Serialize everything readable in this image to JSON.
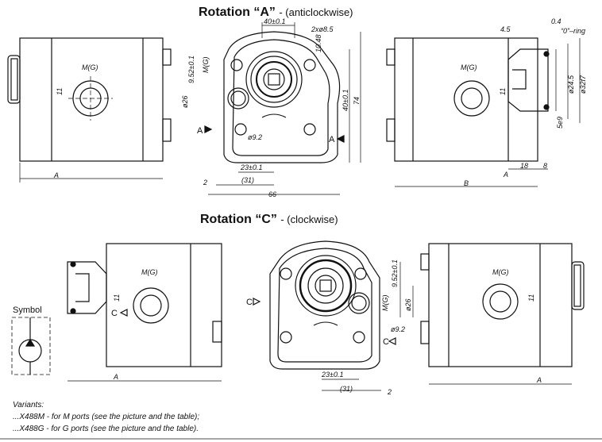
{
  "rotation_a": {
    "title": "Rotation “A”",
    "subtitle": "- (anticlockwise)",
    "dims": {
      "d40": "40±0.1",
      "d2x85": "2xø8.5",
      "d1048": "10.48",
      "d952": "9.52±0.1",
      "mg": "M(G)",
      "d26": "ø26",
      "d11": "11",
      "d92": "ø9.2",
      "d40v": "40±0.1",
      "d74": "74",
      "d23": "23±0.1",
      "d31": "(31)",
      "d2": "2",
      "d66": "66",
      "label_a": "A",
      "arrow_a": "A"
    },
    "right_view": {
      "d45": "4.5",
      "d04": "0.4",
      "oring": "“0”–ring",
      "d245": "ø24.5",
      "d32": "ø32f7",
      "d5e9": "5e9",
      "d18": "18",
      "d8": "8",
      "label_a": "A",
      "label_b": "B",
      "mg": "M(G)",
      "d11": "11"
    }
  },
  "rotation_c": {
    "title": "Rotation “C”",
    "subtitle": "- (clockwise)",
    "dims": {
      "d952": "9.52±0.1",
      "mg": "M(G)",
      "d26": "ø26",
      "d92": "ø9.2",
      "d23": "23±0.1",
      "d31": "(31)",
      "d2": "2",
      "arrow_c": "C",
      "d11": "11",
      "label_a": "A"
    }
  },
  "symbol_label": "Symbol",
  "variants": {
    "heading": "Variants:",
    "line1": "...X488M  - for M ports (see the picture and the table);",
    "line2": "...X488G  - for G ports (see the picture and the table)."
  }
}
